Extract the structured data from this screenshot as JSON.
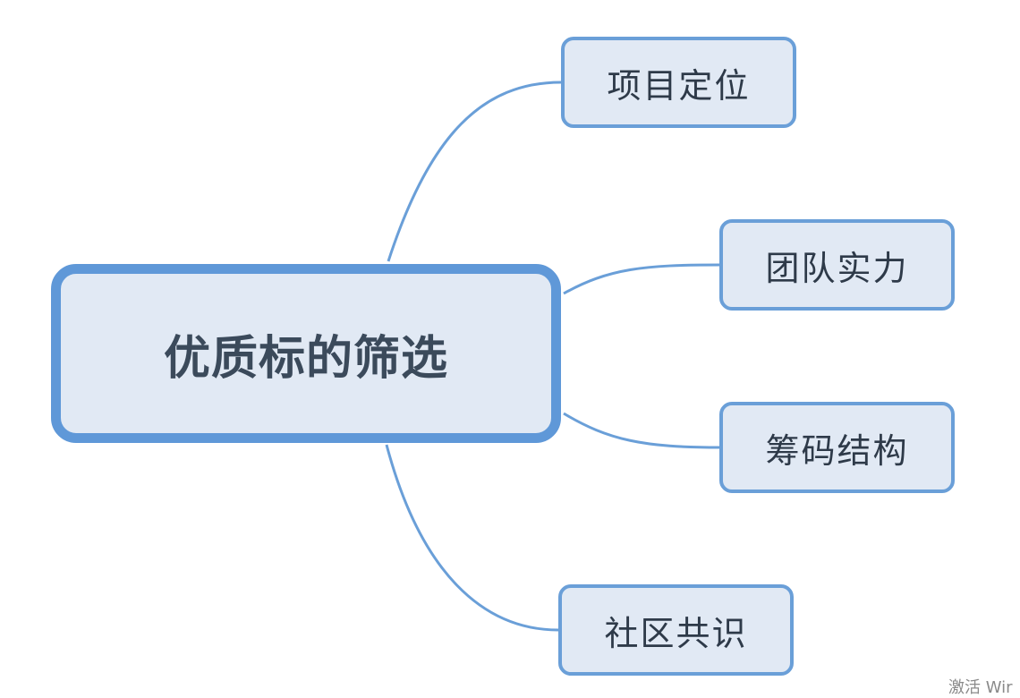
{
  "mindmap": {
    "root": {
      "label": "优质标的筛选"
    },
    "children": [
      {
        "id": "node-positioning",
        "label": "项目定位"
      },
      {
        "id": "node-team",
        "label": "团队实力"
      },
      {
        "id": "node-chips",
        "label": "筹码结构"
      },
      {
        "id": "node-community",
        "label": "社区共识"
      }
    ]
  },
  "watermark": {
    "text": "激活 Wir"
  },
  "colors": {
    "node_fill": "#e1e9f4",
    "border_blue": "#5f98d8",
    "connector_blue": "#6a9fd8",
    "text": "#2f3c4c"
  }
}
